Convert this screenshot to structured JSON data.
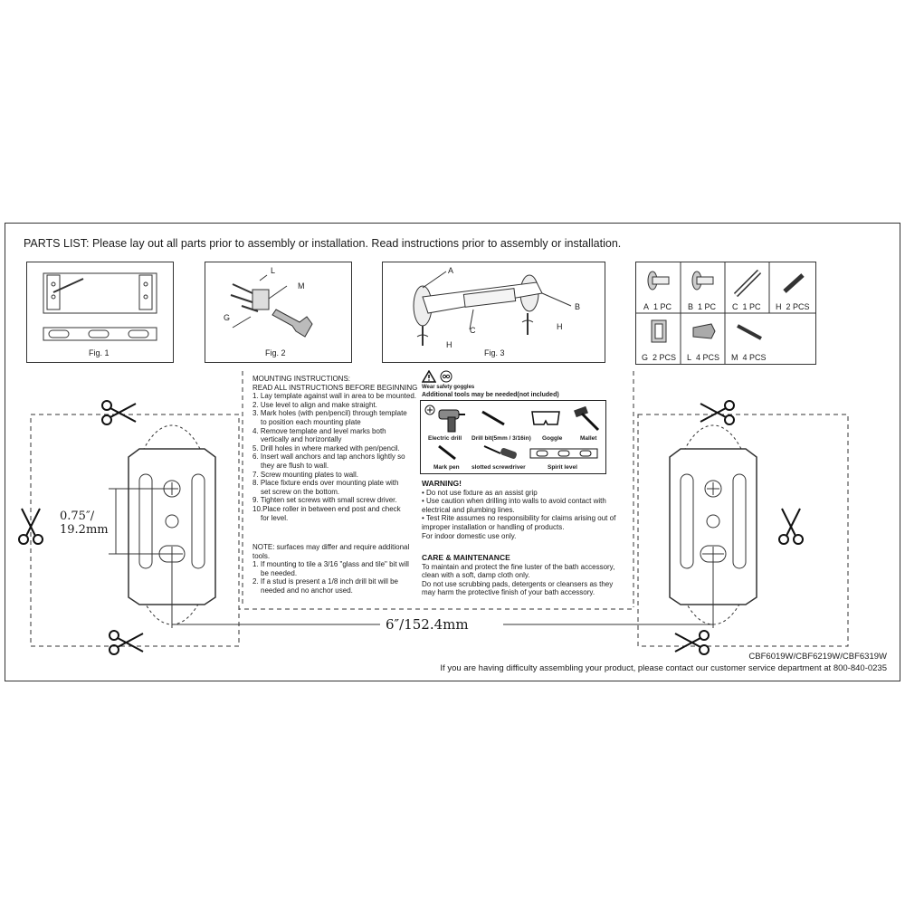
{
  "header": {
    "parts_list": "PARTS LIST: Please lay out all parts prior to assembly or installation.  Read instructions prior to assembly or installation."
  },
  "figures": {
    "fig1": "Fig. 1",
    "fig2": "Fig. 2",
    "fig3": "Fig. 3",
    "fig2_labels": [
      "L",
      "M",
      "G"
    ],
    "fig3_labels": [
      "A",
      "B",
      "C",
      "H",
      "H"
    ]
  },
  "parts": [
    {
      "id": "A",
      "qty": "1 PC"
    },
    {
      "id": "B",
      "qty": "1 PC"
    },
    {
      "id": "C",
      "qty": "1 PC"
    },
    {
      "id": "H",
      "qty": "2 PCS"
    },
    {
      "id": "G",
      "qty": "2 PCS"
    },
    {
      "id": "L",
      "qty": "4 PCS"
    },
    {
      "id": "M",
      "qty": "4 PCS"
    }
  ],
  "mounting": {
    "title": "MOUNTING INSTRUCTIONS:",
    "subtitle": "READ ALL INSTRUCTIONS BEFORE BEGINNING",
    "steps": [
      "1. Lay template against wall in area to be mounted.",
      "2. Use level to align and make straight.",
      "3. Mark holes (with pen/pencil) through template",
      "    to position each mounting plate",
      "4. Remove template and level marks both",
      "    vertically and horizontally",
      "5. Drill holes in where marked with pen/pencil.",
      "6. Insert wall anchors and tap anchors lightly so",
      "    they are flush to wall.",
      "7. Screw mounting plates to wall.",
      "8. Place fixture ends over mounting plate with",
      "    set screw on the bottom.",
      "9. Tighten set screws with small screw driver.",
      "10.Place roller in between end post and check",
      "    for level."
    ],
    "note": [
      "NOTE: surfaces may differ and require additional",
      "tools.",
      "1. If mounting to tile a 3/16 \"glass and tile\" bit will",
      "    be needed.",
      "2. If a stud is present a 1/8 inch drill bit will be",
      "    needed and no anchor used."
    ]
  },
  "tools": {
    "goggles_note": "Wear safety goggles",
    "additional": "Additional tools may be needed(not included)",
    "electric_drill": "Electric drill",
    "drill_bit": "Drill bit(5mm / 3/16in)",
    "goggle": "Goggle",
    "mallet": "Mallet",
    "mark_pen": "Mark pen",
    "screwdriver": "slotted screwdriver",
    "spirit_level": "Spirit level"
  },
  "warning": {
    "title": "WARNING!",
    "lines": [
      "• Do not use fixture as an assist grip",
      "• Use caution when drilling into walls to avoid contact with",
      "   electrical and plumbing lines.",
      "• Test Rite assumes no responsibility for claims arising out of",
      "   improper installation or handling of products.",
      "   For indoor domestic use only."
    ]
  },
  "care": {
    "title": "CARE & MAINTENANCE",
    "lines": [
      "To maintain and protect the fine luster of the bath accessory,",
      "clean with a soft, damp cloth only.",
      "Do not use scrubbing pads, detergents or cleansers as they",
      "may harm the protective finish of your bath accessory."
    ]
  },
  "measurements": {
    "vertical_line1": "0.75″/",
    "vertical_line2": "19.2mm",
    "horizontal": "6″/152.4mm"
  },
  "footer": {
    "models": "CBF6019W/CBF6219W/CBF6319W",
    "contact": "If you are having difficulty assembling your product, please contact our customer service department at 800-840-0235"
  }
}
